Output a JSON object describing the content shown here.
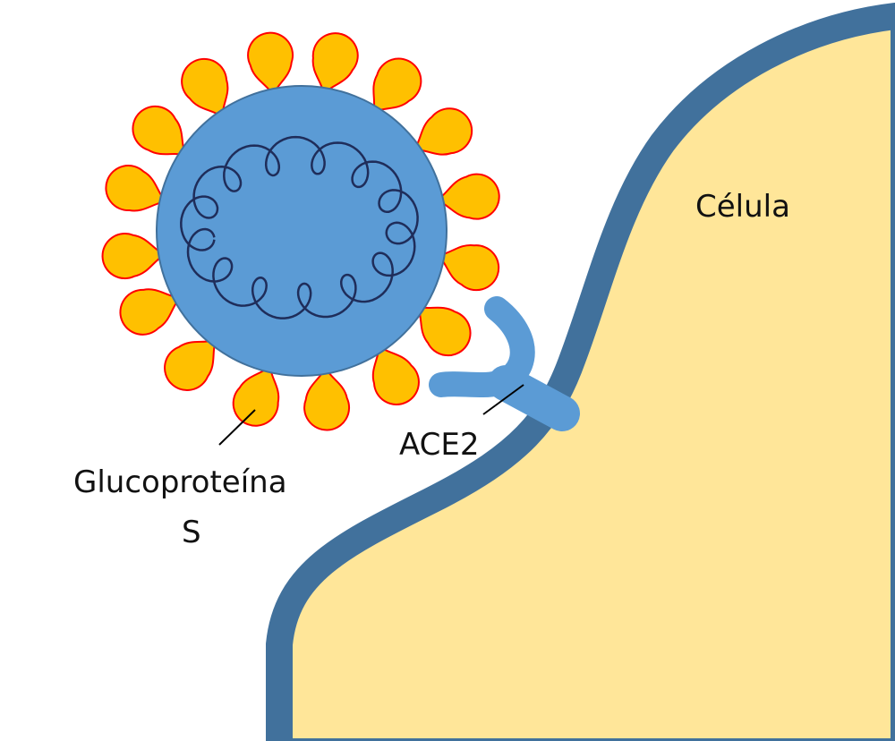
{
  "labels": {
    "cell": "Célula",
    "receptor": "ACE2",
    "spike_line1": "Glucoproteína",
    "spike_line2": "S"
  },
  "colors": {
    "virus_body": "#5B9BD5",
    "virus_outline": "#41719C",
    "spike_fill": "#FFC000",
    "spike_outline": "#FF0000",
    "rna": "#1F2D5A",
    "membrane": "#41719C",
    "cytoplasm": "#FFE699",
    "receptor": "#5B9BD5"
  }
}
